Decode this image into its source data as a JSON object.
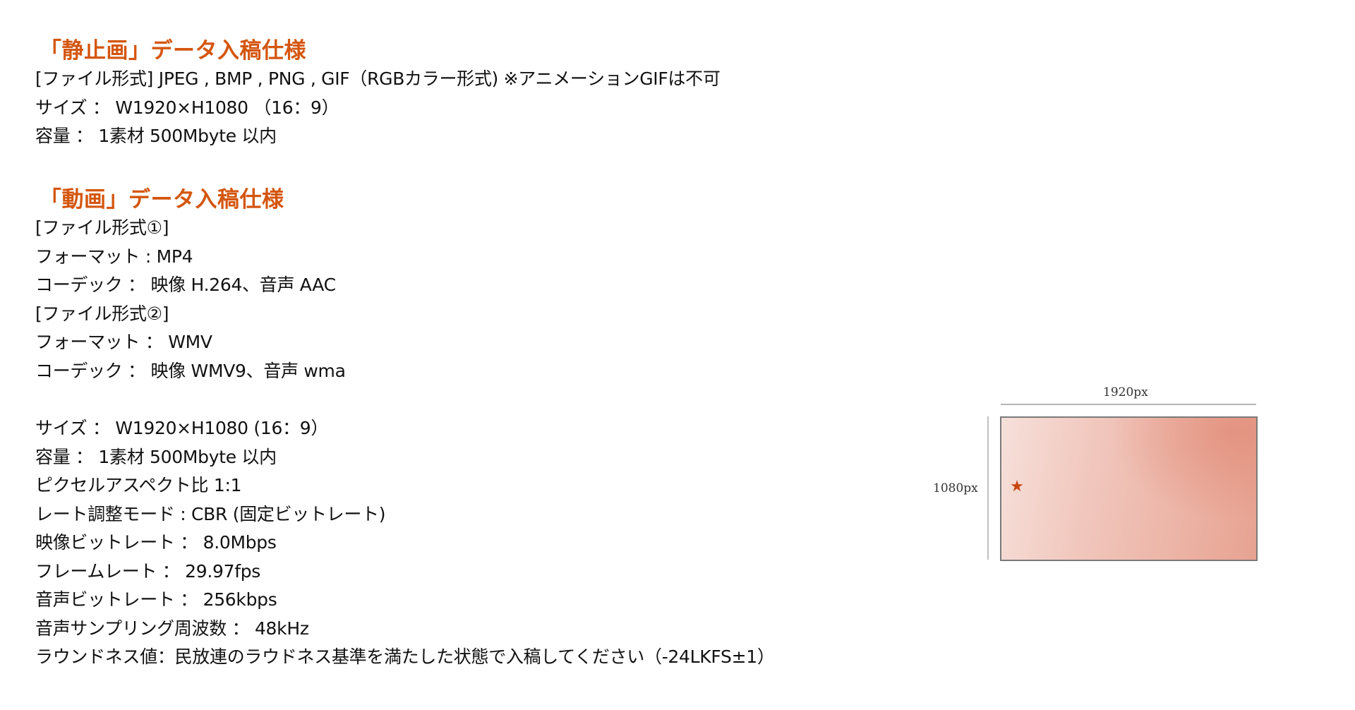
{
  "colors": {
    "heading": "#d4560f",
    "body_text": "#111111",
    "diagram_border": "#7a7a7a",
    "diagram_fill_light": "#f6e0da",
    "diagram_fill_dark": "#e7a291",
    "star": "#c9450e"
  },
  "still": {
    "heading": "「静止画」データ入稿仕様",
    "lines": [
      "[ファイル形式] JPEG , BMP , PNG , GIF（RGBカラー形式) ※アニメーションGIFは不可",
      "サイズ ： W1920×H1080 （16：9）",
      "容量 ： 1素材 500Mbyte 以内"
    ]
  },
  "video": {
    "heading": "「動画」データ入稿仕様",
    "format1": {
      "label": "[ファイル形式①]",
      "format": "フォーマット : MP4",
      "codec": "コーデック ： 映像 H.264、音声 AAC"
    },
    "format2": {
      "label": "[ファイル形式②]",
      "format": "フォーマット ： WMV",
      "codec": "コーデック ： 映像 WMV9、音声 wma"
    },
    "specs": [
      "サイズ ： W1920×H1080 (16：9）",
      "容量 ： 1素材 500Mbyte 以内",
      "ピクセルアスペクト比 1:1",
      "レート調整モード : CBR (固定ビットレート)",
      "映像ビットレート ： 8.0Mbps",
      "フレームレート ： 29.97fps",
      "音声ビットレート ： 256kbps",
      "音声サンプリング周波数 ： 48kHz",
      "ラウンドネス値：民放連のラウドネス基準を満たした状態で入稿してください（-24LKFS±1）"
    ]
  },
  "diagram": {
    "width_label": "1920px",
    "height_label": "1080px",
    "marker_icon": "star-icon",
    "marker_glyph": "★"
  }
}
